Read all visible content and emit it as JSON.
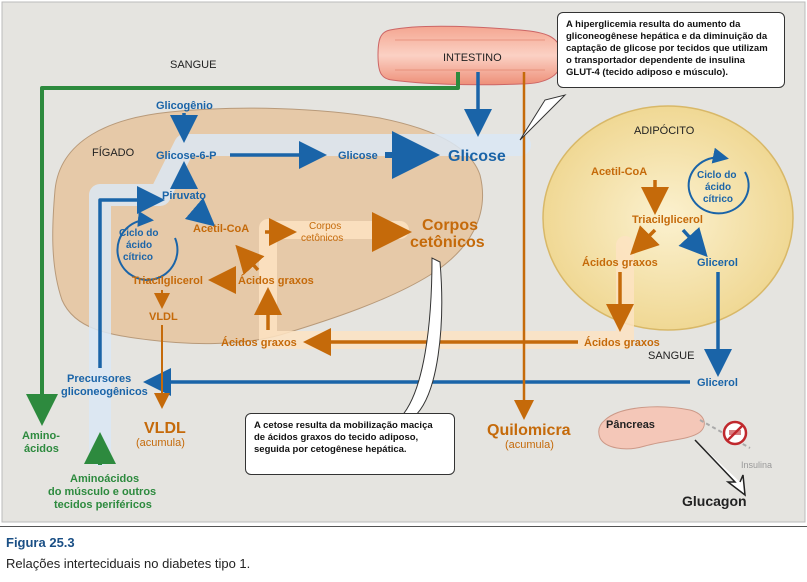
{
  "labels": {
    "sangue_top": "SANGUE",
    "intestino": "INTESTINO",
    "figado": "FÍGADO",
    "adipocito": "ADIPÓCITO",
    "sangue_right": "SANGUE",
    "glicogenio": "Glicogênio",
    "glicose6p": "Glicose-6-P",
    "glicose_small": "Glicose",
    "glicose_big": "Glicose",
    "piruvato": "Piruvato",
    "ciclo_liver_1": "Ciclo do",
    "ciclo_liver_2": "ácido",
    "ciclo_liver_3": "cítrico",
    "acetil_liver": "Acetil-CoA",
    "corpos_small_1": "Corpos",
    "corpos_small_2": "cetônicos",
    "corpos_big_1": "Corpos",
    "corpos_big_2": "cetônicos",
    "triacil_liver": "Triacilglicerol",
    "acidos_liver": "Ácidos graxos",
    "vldl_small": "VLDL",
    "acidos_mid": "Ácidos graxos",
    "acidos_right": "Ácidos graxos",
    "precursores_1": "Precursores",
    "precursores_2": "gliconeogênicos",
    "glicerol_blood": "Glicerol",
    "amino_1": "Amino-",
    "amino_2": "ácidos",
    "aminoacidos_1": "Aminoácidos",
    "aminoacidos_2": "do músculo e outros",
    "aminoacidos_3": "tecidos periféricos",
    "vldl_big": "VLDL",
    "vldl_acumula": "(acumula)",
    "quilomicra": "Quilomicra",
    "quilomicra_acumula": "(acumula)",
    "acetil_adipo": "Acetil-CoA",
    "ciclo_adipo_1": "Ciclo do",
    "ciclo_adipo_2": "ácido",
    "ciclo_adipo_3": "cítrico",
    "triacil_adipo": "Triacilglicerol",
    "acidos_adipo": "Ácidos graxos",
    "glicerol_adipo": "Glicerol",
    "pancreas": "Pâncreas",
    "insulina": "Insulina",
    "glucagon": "Glucagon"
  },
  "notes": {
    "hyperglycemia": "A hiperglicemia resulta do aumento da gliconeogênese hepática e da diminuição da captação de glicose por tecidos que utilizam o transportador dependente de insulina GLUT-4 (tecido adiposo e músculo).",
    "ketosis": "A cetose resulta da mobilização maciça de ácidos graxos do tecido adiposo, seguida por cetogênese hepática."
  },
  "caption": {
    "title": "Figura 25.3",
    "text": "Relações interteciduais no diabetes tipo 1."
  },
  "colors": {
    "blue": "#1a64a8",
    "orange": "#c56a0a",
    "green": "#2d8a3e",
    "background": "#e5e4e0",
    "liver": "#e6c9a8",
    "adipocyte": "#f6e7b6"
  }
}
